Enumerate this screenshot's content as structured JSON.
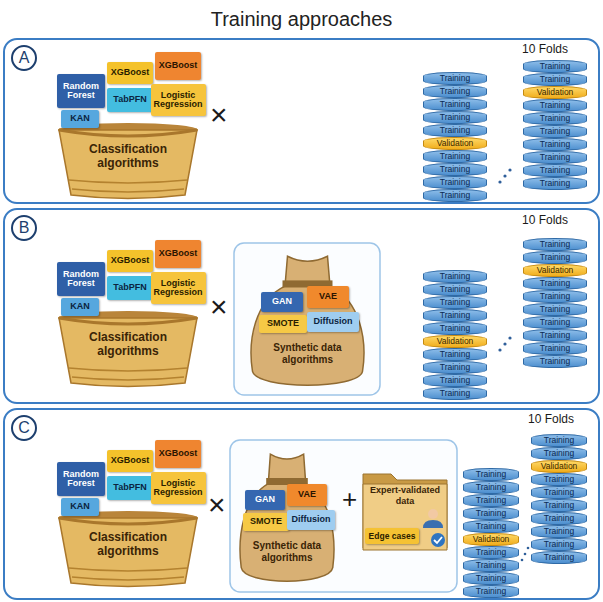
{
  "diagram": {
    "title": "Training approaches",
    "nodes": [
      {
        "text": [
          "A"
        ]
      },
      {
        "text": [
          "Classification algorithms"
        ],
        "in": 0
      },
      {
        "text": [
          "Random Forest"
        ],
        "in": 1
      },
      {
        "text": [
          "XGBoost"
        ],
        "in": 1
      },
      {
        "text": [
          "XGBoost"
        ],
        "in": 1
      },
      {
        "text": [
          "KAN"
        ],
        "in": 1
      },
      {
        "text": [
          "TabPFN"
        ],
        "in": 1
      },
      {
        "text": [
          "Logistic Regression"
        ],
        "in": 1
      },
      {
        "text": [
          "Training"
        ],
        "in": 0
      },
      {
        "text": [
          "Training"
        ],
        "in": 0
      },
      {
        "text": [
          "Training"
        ],
        "in": 0
      },
      {
        "text": [
          "Training"
        ],
        "in": 0
      },
      {
        "text": [
          "Training"
        ],
        "in": 0
      },
      {
        "text": [
          "Validation"
        ],
        "in": 0
      },
      {
        "text": [
          "Training"
        ],
        "in": 0
      },
      {
        "text": [
          "Training"
        ],
        "in": 0
      },
      {
        "text": [
          "Training"
        ],
        "in": 0
      },
      {
        "text": [
          "Training"
        ],
        "in": 0
      },
      {
        "text": [
          "Training"
        ],
        "in": 0
      },
      {
        "text": [
          "Training"
        ],
        "in": 0
      },
      {
        "text": [
          "Validation"
        ],
        "in": 0
      },
      {
        "text": [
          "Training"
        ],
        "in": 0
      },
      {
        "text": [
          "Training"
        ],
        "in": 0
      },
      {
        "text": [
          "Training"
        ],
        "in": 0
      },
      {
        "text": [
          "Training"
        ],
        "in": 0
      },
      {
        "text": [
          "Training"
        ],
        "in": 0
      },
      {
        "text": [
          "Training"
        ],
        "in": 0
      },
      {
        "text": [
          "Training"
        ],
        "in": 0
      },
      {
        "text": [
          "B"
        ]
      },
      {
        "text": [
          "Classification algorithms"
        ],
        "in": 28
      },
      {
        "text": [
          "Random Forest"
        ],
        "in": 29
      },
      {
        "text": [
          "XGBoost"
        ],
        "in": 29
      },
      {
        "text": [
          "XGBoost"
        ],
        "in": 29
      },
      {
        "text": [
          "KAN"
        ],
        "in": 29
      },
      {
        "text": [
          "TabPFN"
        ],
        "in": 29
      },
      {
        "text": [
          "Logistic Regression"
        ],
        "in": 29
      },
      {
        "text": [
          "Synthetic data algorithms"
        ],
        "in": 28
      },
      {
        "text": [
          "GAN"
        ],
        "in": 36
      },
      {
        "text": [
          "VAE"
        ],
        "in": 36
      },
      {
        "text": [
          "SMOTE"
        ],
        "in": 36
      },
      {
        "text": [
          "Diffusion"
        ],
        "in": 36
      },
      {
        "text": [
          "Training"
        ],
        "in": 28
      },
      {
        "text": [
          "Training"
        ],
        "in": 28
      },
      {
        "text": [
          "Training"
        ],
        "in": 28
      },
      {
        "text": [
          "Training"
        ],
        "in": 28
      },
      {
        "text": [
          "Training"
        ],
        "in": 28
      },
      {
        "text": [
          "Validation"
        ],
        "in": 28
      },
      {
        "text": [
          "Training"
        ],
        "in": 28
      },
      {
        "text": [
          "Training"
        ],
        "in": 28
      },
      {
        "text": [
          "Training"
        ],
        "in": 28
      },
      {
        "text": [
          "Training"
        ],
        "in": 28
      },
      {
        "text": [
          "Training"
        ],
        "in": 28
      },
      {
        "text": [
          "Training"
        ],
        "in": 28
      },
      {
        "text": [
          "Validation"
        ],
        "in": 28
      },
      {
        "text": [
          "Training"
        ],
        "in": 28
      },
      {
        "text": [
          "Training"
        ],
        "in": 28
      },
      {
        "text": [
          "Training"
        ],
        "in": 28
      },
      {
        "text": [
          "Training"
        ],
        "in": 28
      },
      {
        "text": [
          "Training"
        ],
        "in": 28
      },
      {
        "text": [
          "Training"
        ],
        "in": 28
      },
      {
        "text": [
          "Training"
        ],
        "in": 28
      },
      {
        "text": [
          "C"
        ]
      },
      {
        "text": [
          "Classification algorithms"
        ],
        "in": 61
      },
      {
        "text": [
          "Random Forest"
        ],
        "in": 62
      },
      {
        "text": [
          "XGBoost"
        ],
        "in": 62
      },
      {
        "text": [
          "XGBoost"
        ],
        "in": 62
      },
      {
        "text": [
          "KAN"
        ],
        "in": 62
      },
      {
        "text": [
          "TabPFN"
        ],
        "in": 62
      },
      {
        "text": [
          "Logistic Regression"
        ],
        "in": 62
      },
      {
        "text": [
          "Synthetic data algorithms"
        ],
        "in": 61
      },
      {
        "text": [
          "GAN"
        ],
        "in": 69
      },
      {
        "text": [
          "VAE"
        ],
        "in": 69
      },
      {
        "text": [
          "SMOTE"
        ],
        "in": 69
      },
      {
        "text": [
          "Diffusion"
        ],
        "in": 69
      },
      {
        "text": [
          "Expert-validated data"
        ],
        "in": 61
      },
      {
        "text": [
          "Edge cases"
        ],
        "in": 74
      },
      {
        "text": [
          "Training"
        ],
        "in": 61
      },
      {
        "text": [
          "Training"
        ],
        "in": 61
      },
      {
        "text": [
          "Training"
        ],
        "in": 61
      },
      {
        "text": [
          "Training"
        ],
        "in": 61
      },
      {
        "text": [
          "Training"
        ],
        "in": 61
      },
      {
        "text": [
          "Validation"
        ],
        "in": 61
      },
      {
        "text": [
          "Training"
        ],
        "in": 61
      },
      {
        "text": [
          "Training"
        ],
        "in": 61
      },
      {
        "text": [
          "Training"
        ],
        "in": 61
      },
      {
        "text": [
          "Training"
        ],
        "in": 61
      },
      {
        "text": [
          "Training"
        ],
        "in": 61
      },
      {
        "text": [
          "Training"
        ],
        "in": 61
      },
      {
        "text": [
          "Validation"
        ],
        "in": 61
      },
      {
        "text": [
          "Training"
        ],
        "in": 61
      },
      {
        "text": [
          "Training"
        ],
        "in": 61
      },
      {
        "text": [
          "Training"
        ],
        "in": 61
      },
      {
        "text": [
          "Training"
        ],
        "in": 61
      },
      {
        "text": [
          "Training"
        ],
        "in": 61
      },
      {
        "text": [
          "Training"
        ],
        "in": 61
      },
      {
        "text": [
          "Training"
        ],
        "in": 61
      }
    ],
    "labels": [
      "×",
      "10 Folds",
      "×",
      "10 Folds",
      "×",
      "+",
      "10 Folds"
    ]
  }
}
